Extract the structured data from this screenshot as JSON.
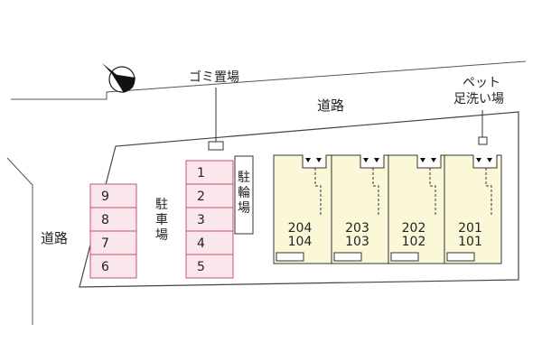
{
  "labels": {
    "road_top": "道路",
    "road_left": "道路",
    "garbage": "ゴミ置場",
    "pet_line1": "ペット",
    "pet_line2": "足洗い場",
    "parking": [
      "駐",
      "車",
      "場"
    ],
    "bicycle": [
      "駐",
      "輪",
      "場"
    ]
  },
  "parking_left": [
    "9",
    "8",
    "7",
    "6"
  ],
  "parking_right": [
    "1",
    "2",
    "3",
    "4",
    "5"
  ],
  "units": [
    {
      "upper": "204",
      "lower": "104"
    },
    {
      "upper": "203",
      "lower": "103"
    },
    {
      "upper": "202",
      "lower": "102"
    },
    {
      "upper": "201",
      "lower": "101"
    }
  ],
  "colors": {
    "parking_fill": "#fbe6ec",
    "parking_stroke": "#c8506e",
    "unit_fill": "#fbf8d8",
    "line": "#333333"
  },
  "icons": {
    "compass": "north-arrow-icon"
  }
}
